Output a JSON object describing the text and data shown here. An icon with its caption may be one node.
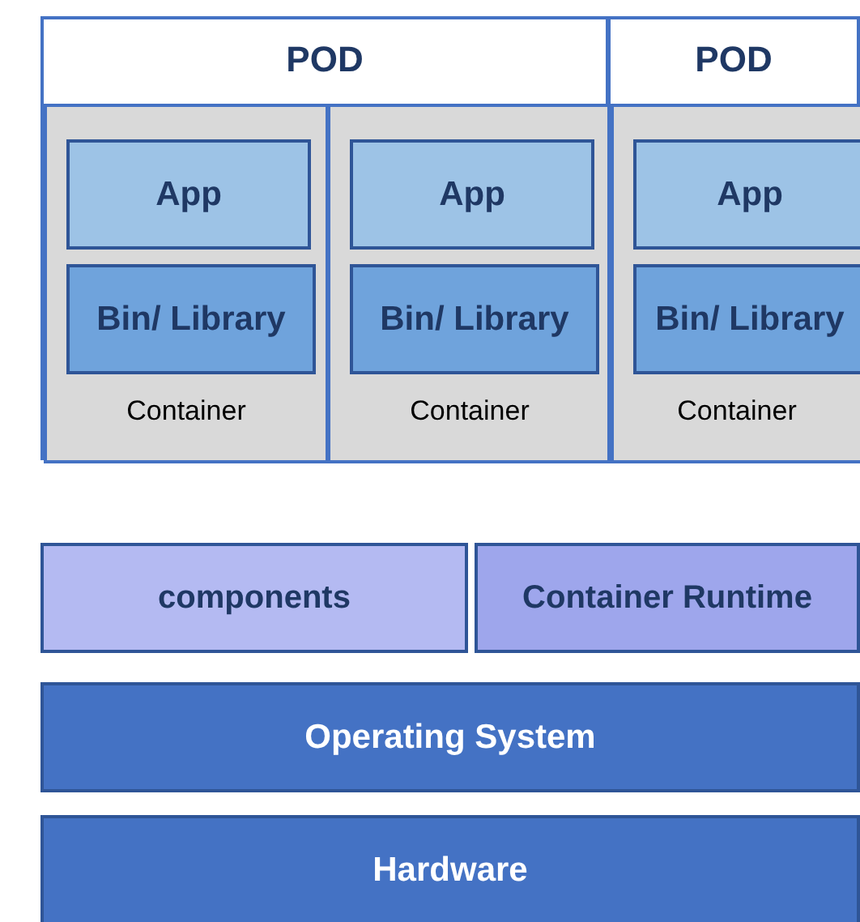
{
  "diagram": {
    "nodes": [
      {
        "text": [
          "POD"
        ]
      },
      {
        "text": [
          "Container"
        ],
        "in": 0
      },
      {
        "text": [
          "App"
        ],
        "in": 1
      },
      {
        "text": [
          "Bin/ Library"
        ],
        "in": 1
      },
      {
        "text": [
          "Container"
        ],
        "in": 0
      },
      {
        "text": [
          "App"
        ],
        "in": 4
      },
      {
        "text": [
          "Bin/ Library"
        ],
        "in": 4
      },
      {
        "text": [
          "POD"
        ]
      },
      {
        "text": [
          "Container"
        ],
        "in": 7
      },
      {
        "text": [
          "App"
        ],
        "in": 8
      },
      {
        "text": [
          "Bin/ Library"
        ],
        "in": 8
      },
      {
        "text": [
          "components"
        ]
      },
      {
        "text": [
          "Container Runtime"
        ]
      },
      {
        "text": [
          "Operating System"
        ]
      },
      {
        "text": [
          "Hardware"
        ]
      }
    ],
    "edges": []
  }
}
